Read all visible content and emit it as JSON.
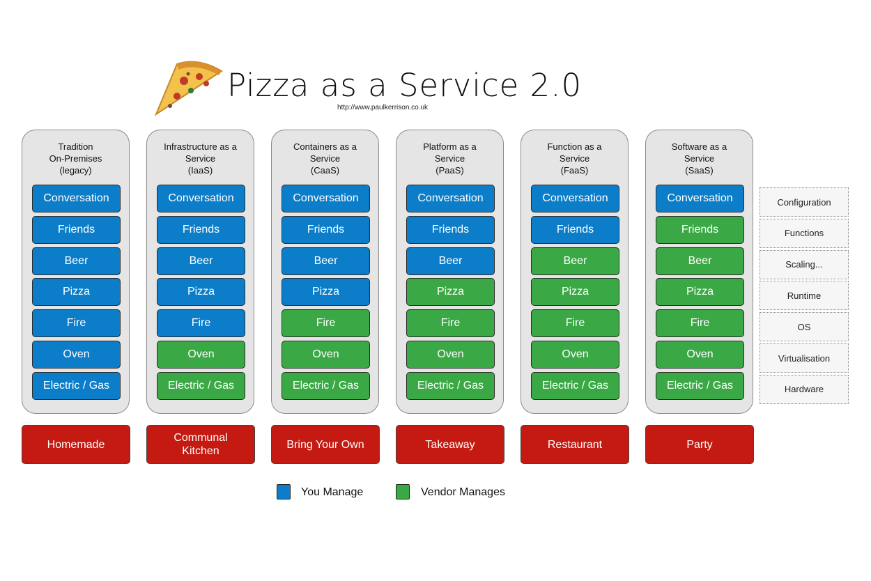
{
  "title": "Pizza as a Service 2.0",
  "subtitle": "http://www.paulkerrison.co.uk",
  "colors": {
    "you_manage": "#0c7ec9",
    "vendor_manages": "#3aa945",
    "model": "#c41a12"
  },
  "layer_names": [
    "Conversation",
    "Friends",
    "Beer",
    "Pizza",
    "Fire",
    "Oven",
    "Electric / Gas"
  ],
  "columns": [
    {
      "header": [
        "Tradition",
        "On-Premises",
        "(legacy)"
      ],
      "model": [
        "Homemade"
      ],
      "layers": [
        "you",
        "you",
        "you",
        "you",
        "you",
        "you",
        "you"
      ]
    },
    {
      "header": [
        "Infrastructure as a",
        "Service",
        "(IaaS)"
      ],
      "model": [
        "Communal",
        "Kitchen"
      ],
      "layers": [
        "you",
        "you",
        "you",
        "you",
        "you",
        "vendor",
        "vendor"
      ]
    },
    {
      "header": [
        "Containers as a",
        "Service",
        "(CaaS)"
      ],
      "model": [
        "Bring Your Own"
      ],
      "layers": [
        "you",
        "you",
        "you",
        "you",
        "vendor",
        "vendor",
        "vendor"
      ]
    },
    {
      "header": [
        "Platform as a",
        "Service",
        "(PaaS)"
      ],
      "model": [
        "Takeaway"
      ],
      "layers": [
        "you",
        "you",
        "you",
        "vendor",
        "vendor",
        "vendor",
        "vendor"
      ]
    },
    {
      "header": [
        "Function as a",
        "Service",
        "(FaaS)"
      ],
      "model": [
        "Restaurant"
      ],
      "layers": [
        "you",
        "you",
        "vendor",
        "vendor",
        "vendor",
        "vendor",
        "vendor"
      ]
    },
    {
      "header": [
        "Software as a",
        "Service",
        "(SaaS)"
      ],
      "model": [
        "Party"
      ],
      "layers": [
        "you",
        "vendor",
        "vendor",
        "vendor",
        "vendor",
        "vendor",
        "vendor"
      ]
    }
  ],
  "cloud_layers": [
    "Configuration",
    "Functions",
    "Scaling...",
    "Runtime",
    "OS",
    "Virtualisation",
    "Hardware"
  ],
  "legend": {
    "you_manage": "You Manage",
    "vendor_manages": "Vendor Manages"
  }
}
